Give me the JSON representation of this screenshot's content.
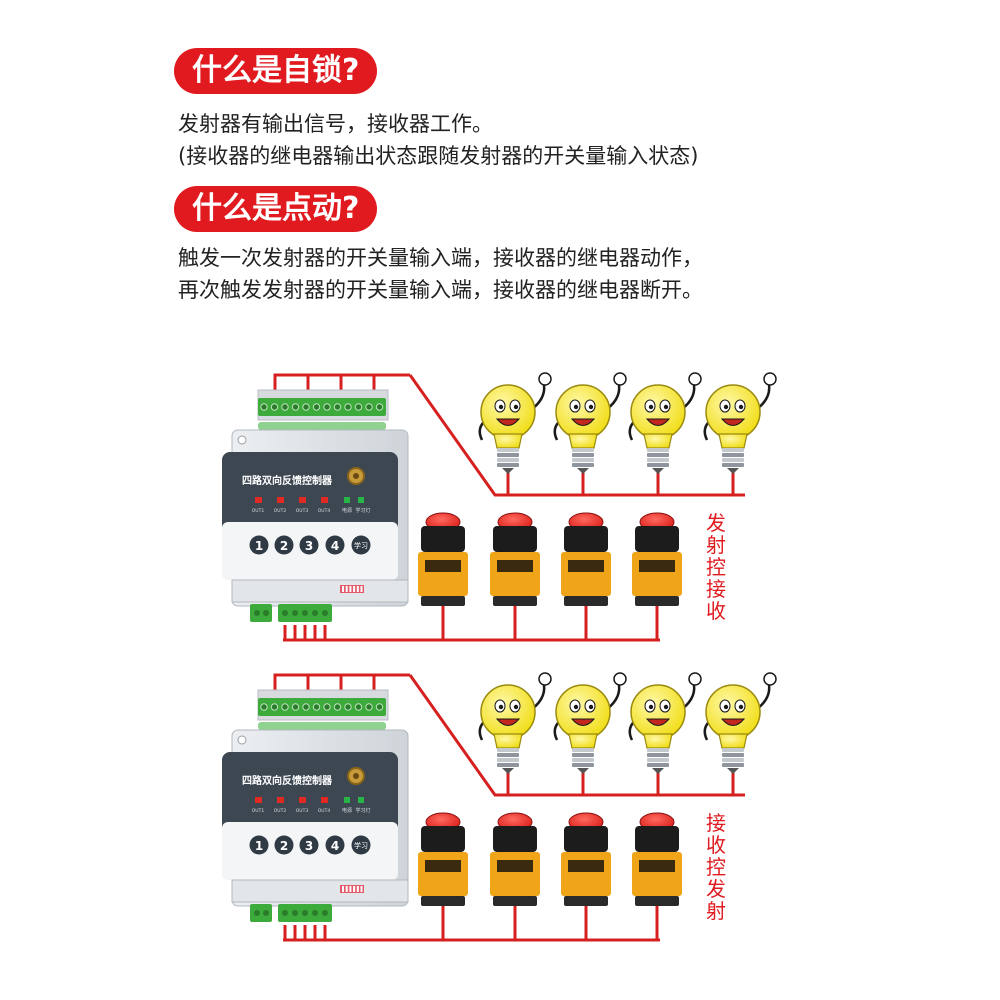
{
  "section1": {
    "title": "什么是自锁?",
    "line1": "发射器有输出信号，接收器工作。",
    "line2": "(接收器的继电器输出状态跟随发射器的开关量输入状态)"
  },
  "section2": {
    "title": "什么是点动?",
    "line1": "触发一次发射器的开关量输入端，接收器的继电器动作，",
    "line2": "再次触发发射器的开关量输入端，接收器的继电器断开。"
  },
  "diagrams": [
    {
      "device_title": "四路双向反馈控制器",
      "outputs": [
        "OUT1",
        "OUT2",
        "OUT3",
        "OUT4"
      ],
      "status_labels": [
        "电源",
        "学习灯"
      ],
      "keys": [
        "1",
        "2",
        "3",
        "4"
      ],
      "learn_key": "学习",
      "side_label": [
        "发",
        "射",
        "控",
        "接",
        "收"
      ]
    },
    {
      "device_title": "四路双向反馈控制器",
      "outputs": [
        "OUT1",
        "OUT2",
        "OUT3",
        "OUT4"
      ],
      "status_labels": [
        "电源",
        "学习灯"
      ],
      "keys": [
        "1",
        "2",
        "3",
        "4"
      ],
      "learn_key": "学习",
      "side_label": [
        "接",
        "收",
        "控",
        "发",
        "射"
      ]
    }
  ],
  "colors": {
    "accent": "#e01a1f",
    "wire": "#d62020",
    "terminal": "#3cab3c",
    "bulb": "#f2e323",
    "device_panel": "#3d4752"
  }
}
